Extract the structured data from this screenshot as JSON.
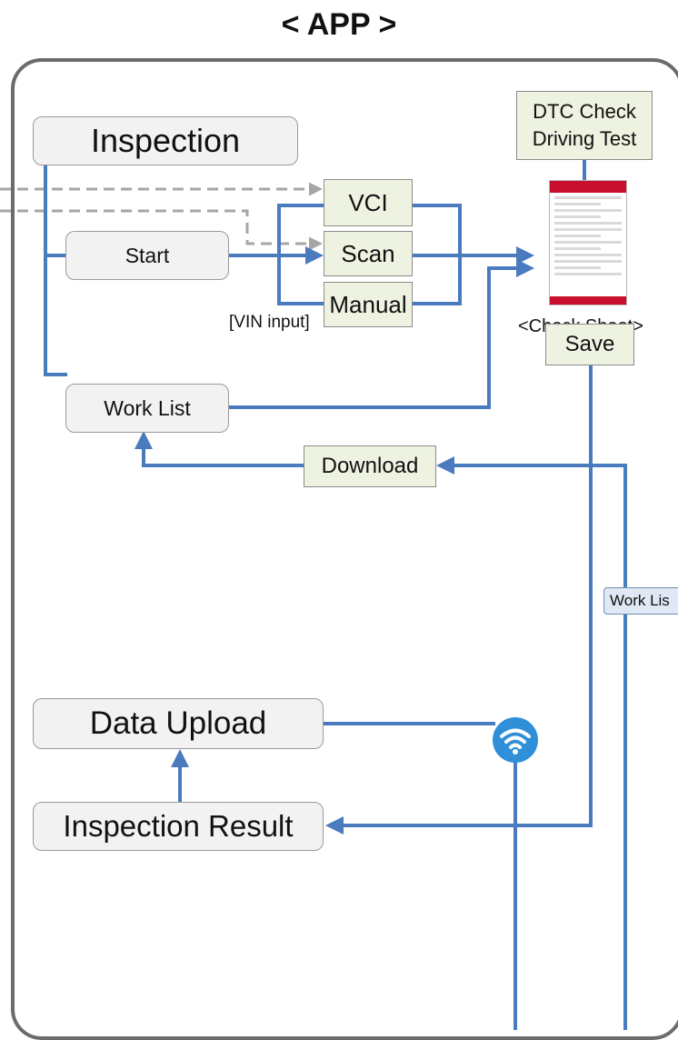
{
  "page": {
    "title": "< APP >"
  },
  "diagram": {
    "nodes": {
      "inspection": "Inspection",
      "start": "Start",
      "work_list": "Work List",
      "vci": "VCI",
      "scan": "Scan",
      "manual": "Manual",
      "vin_input": "[VIN input]",
      "dtc_check": "DTC Check\nDriving Test",
      "check_sheet": "<Check Sheet>",
      "save": "Save",
      "download": "Download",
      "work_list_side": "Work Lis",
      "data_upload": "Data Upload",
      "inspection_result": "Inspection Result"
    },
    "icons": {
      "check_sheet_screen": "phone-screen-icon",
      "wireless": "wifi-icon"
    },
    "colors": {
      "flow_line": "#4a7bbf",
      "dashed_line": "#a6a6a6",
      "frame": "#6b6b6b",
      "node_gray": "#f2f2f2",
      "node_green": "#eef3e1",
      "node_blue": "#dfe8f4",
      "wifi": "#2f8fd8",
      "phone_header": "#c8102e"
    }
  }
}
